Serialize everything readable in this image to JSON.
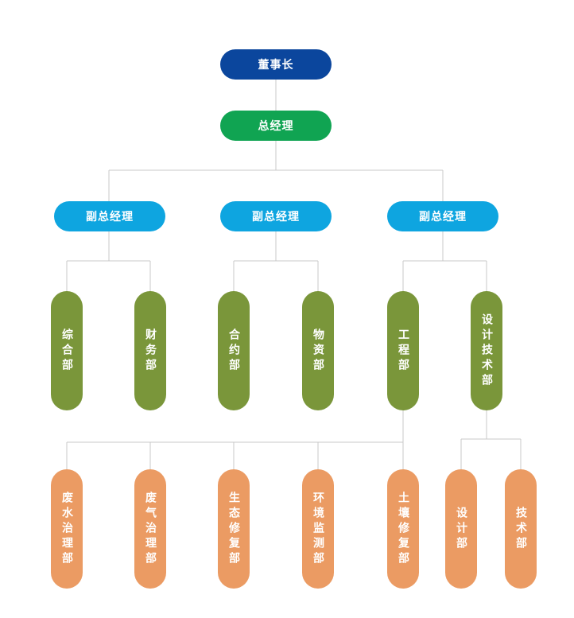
{
  "org": {
    "chairman": "董事长",
    "general_manager": "总经理",
    "vice_general_managers": [
      "副总经理",
      "副总经理",
      "副总经理"
    ],
    "departments": [
      "综合部",
      "财务部",
      "合约部",
      "物资部",
      "工程部",
      "设计技术部"
    ],
    "engineering_sub_departments": [
      "废水治理部",
      "废气治理部",
      "生态修复部",
      "环境监测部",
      "土壤修复部"
    ],
    "design_tech_sub_departments": [
      "设计部",
      "技术部"
    ]
  },
  "colors": {
    "chairman": "#0b469d",
    "general_manager": "#10a452",
    "vice_general_manager": "#0ea5e0",
    "department": "#7a963a",
    "sub_department": "#eb9b63",
    "connector": "#c9c9c9"
  }
}
